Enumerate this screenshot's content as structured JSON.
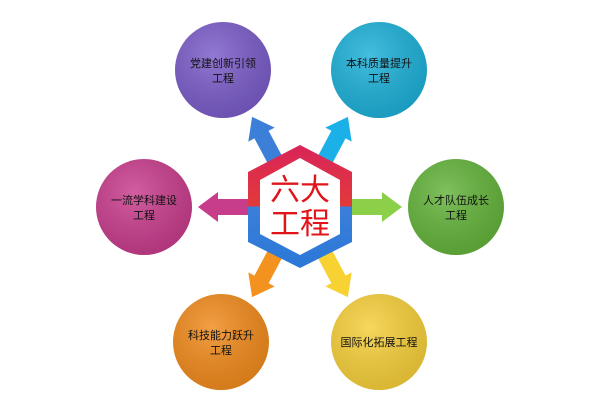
{
  "center": {
    "line1": "六大",
    "line2": "工程",
    "text_color": "#e0141a",
    "frame_top_color": "#d9245a",
    "frame_bottom_color": "#2b78d8"
  },
  "nodes": [
    {
      "id": "party-innovation",
      "line1": "党建创新引领",
      "line2": "工程",
      "color": "#7a5cc8",
      "arrow_color": "#3b7fd9"
    },
    {
      "id": "undergrad-quality",
      "line1": "本科质量提升",
      "line2": "工程",
      "color": "#1cb0d8",
      "arrow_color": "#1cb0e8"
    },
    {
      "id": "talent-team",
      "line1": "人才队伍成长",
      "line2": "工程",
      "color": "#63b33a",
      "arrow_color": "#8cd04a"
    },
    {
      "id": "international",
      "line1": "国际化拓展工程",
      "line2": "",
      "color": "#f6cf3a",
      "arrow_color": "#f7d232"
    },
    {
      "id": "tech-capability",
      "line1": "科技能力跃升",
      "line2": "工程",
      "color": "#f08a1c",
      "arrow_color": "#f49220"
    },
    {
      "id": "first-class-discipline",
      "line1": "一流学科建设",
      "line2": "工程",
      "color": "#c83c8c",
      "arrow_color": "#c83c8c"
    }
  ]
}
